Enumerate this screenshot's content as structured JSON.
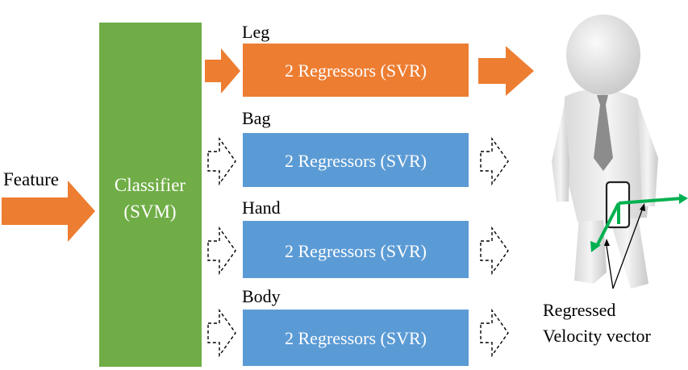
{
  "input": {
    "label": "Feature"
  },
  "classifier": {
    "line1": "Classifier",
    "line2": "(SVM)",
    "color": "#70ad47"
  },
  "branches": [
    {
      "name": "Leg",
      "box_label": "2 Regressors  (SVR)",
      "active": true
    },
    {
      "name": "Bag",
      "box_label": "2 Regressors  (SVR)",
      "active": false
    },
    {
      "name": "Hand",
      "box_label": "2 Regressors  (SVR)",
      "active": false
    },
    {
      "name": "Body",
      "box_label": "2 Regressors  (SVR)",
      "active": false
    }
  ],
  "output": {
    "line1": "Regressed",
    "line2": "Velocity vector"
  },
  "colors": {
    "active": "#ed7d31",
    "inactive": "#5b9bd5",
    "vector": "#00b050"
  }
}
